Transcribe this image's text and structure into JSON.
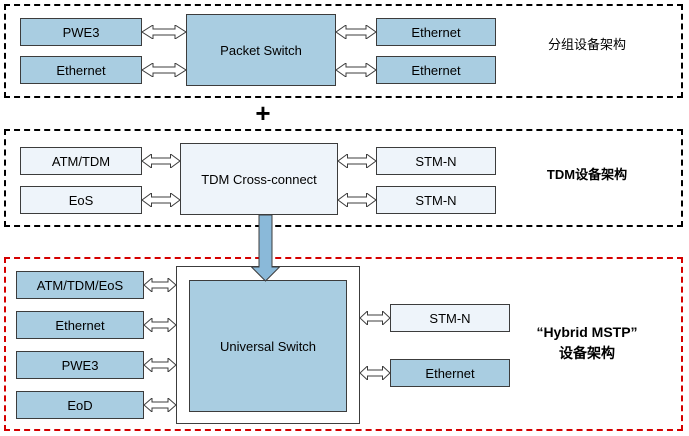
{
  "diagram": {
    "plus": "+",
    "sections": [
      {
        "name": "packet-architecture",
        "label": "分组设备架构",
        "left_boxes": [
          "PWE3",
          "Ethernet"
        ],
        "center": "Packet Switch",
        "right_boxes": [
          "Ethernet",
          "Ethernet"
        ]
      },
      {
        "name": "tdm-architecture",
        "label": "TDM设备架构",
        "left_boxes": [
          "ATM/TDM",
          "EoS"
        ],
        "center": "TDM Cross-connect",
        "right_boxes": [
          "STM-N",
          "STM-N"
        ]
      },
      {
        "name": "hybrid-mstp-architecture",
        "label_line1": "“Hybrid MSTP”",
        "label_line2": "设备架构",
        "left_boxes": [
          "ATM/TDM/EoS",
          "Ethernet",
          "PWE3",
          "EoD"
        ],
        "center": "Universal Switch",
        "right_boxes": [
          "STM-N",
          "Ethernet"
        ]
      }
    ],
    "colors": {
      "box_blue": "#a9cde1",
      "box_light": "#eef4fa",
      "box_border": "#3c3c3c",
      "section_border": "#000000",
      "hybrid_section_border": "#d40000",
      "double_arrow_fill": "#ffffff",
      "big_arrow_fill": "#8ab9d9"
    }
  }
}
